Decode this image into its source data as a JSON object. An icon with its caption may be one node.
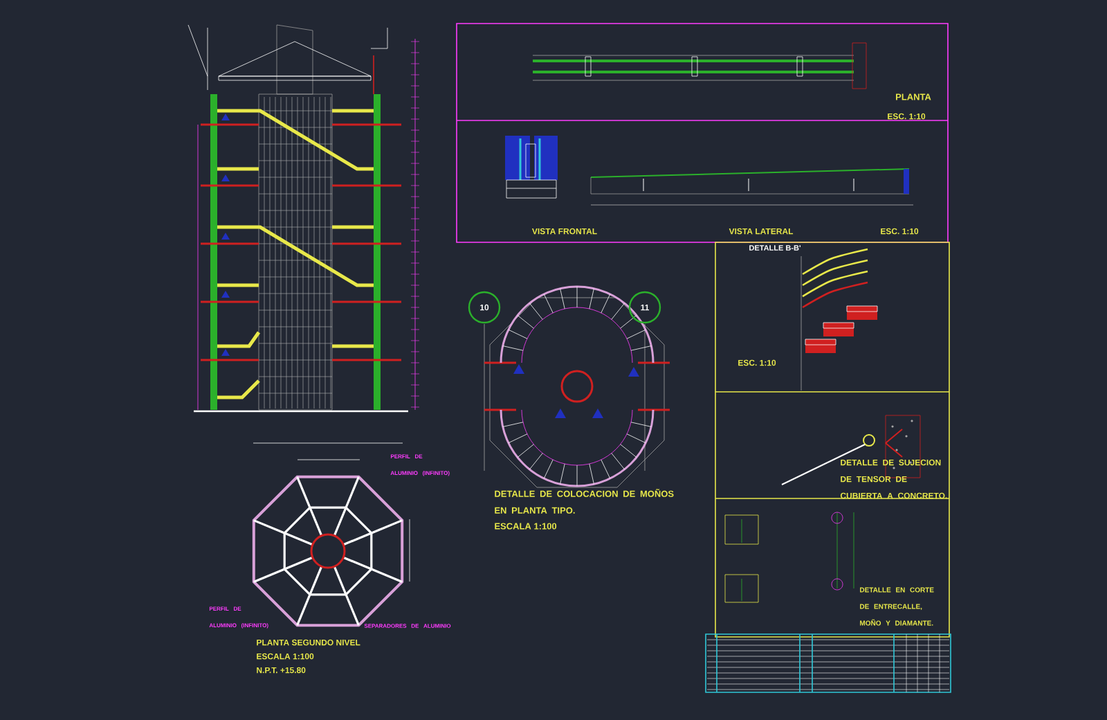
{
  "diagram": {
    "labels": [
      "PLANTA",
      "ESC. 1:10",
      "VISTA FRONTAL",
      "VISTA LATERAL",
      "ESC. 1:10",
      "DETALLE B-B'",
      "10",
      "11",
      "ESC. 1:10",
      "DETALLE DE COLOCACION DE MOÑOS EN PLANTA TIPO.",
      "ESCALA 1:100",
      "DETALLE DE SUJECION DE TENSOR DE CUBIERTA A CONCRETO.",
      "PERFIL DE ALUMINIO (INFINITO)",
      "PERFIL DE ALUMINIO (INFINITO)",
      "SEPARADORES DE ALUMINIO",
      "PLANTA SEGUNDO NIVEL",
      "ESCALA 1:100",
      "N.P.T. +15.80",
      "DETALLE EN CORTE DE ENTRECALLE, MOÑO Y DIAMANTE."
    ]
  }
}
